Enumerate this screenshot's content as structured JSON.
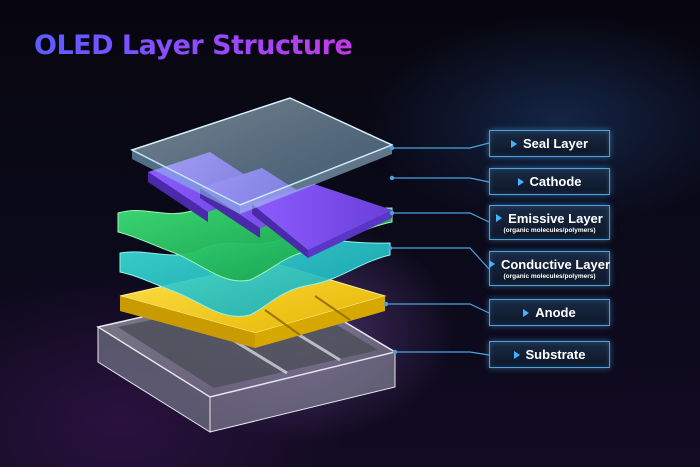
{
  "title": "OLED Layer Structure",
  "layers": [
    {
      "name": "Seal Layer",
      "sub": ""
    },
    {
      "name": "Cathode",
      "sub": ""
    },
    {
      "name": "Emissive Layer",
      "sub": "(organic molecules/polymers)"
    },
    {
      "name": "Conductive Layer",
      "sub": "(organic molecules/polymers)"
    },
    {
      "name": "Anode",
      "sub": ""
    },
    {
      "name": "Substrate",
      "sub": ""
    }
  ],
  "colors": {
    "title_gradient": [
      "#5b5cff",
      "#c23be6"
    ],
    "seal": "#a9cfe8",
    "cathode": "#7b4fe6",
    "emissive": "#22c55e",
    "conductive": "#22c7c9",
    "anode": "#f3c613",
    "substrate": "#bfc3cc",
    "connector": "#4aa3e0"
  }
}
